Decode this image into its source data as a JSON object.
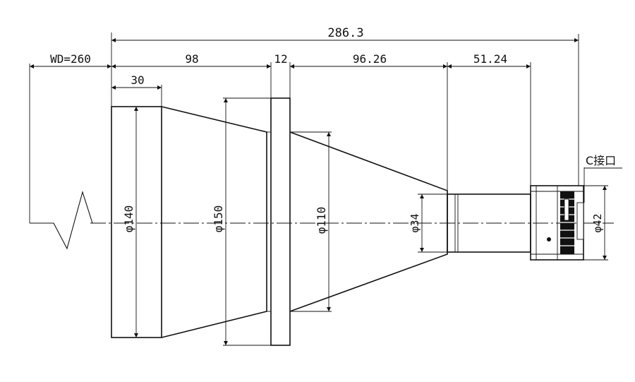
{
  "dimensions": {
    "total_length": "286.3",
    "working_distance": "WD=260",
    "front_section": "98",
    "flange_thickness": "12",
    "middle_section": "96.26",
    "rear_section": "51.24",
    "front_barrel": "30"
  },
  "diameters": {
    "front": "φ140",
    "flange": "φ150",
    "cone": "φ110",
    "tube": "φ34",
    "mount": "φ42"
  },
  "labels": {
    "mount": "C接口"
  }
}
